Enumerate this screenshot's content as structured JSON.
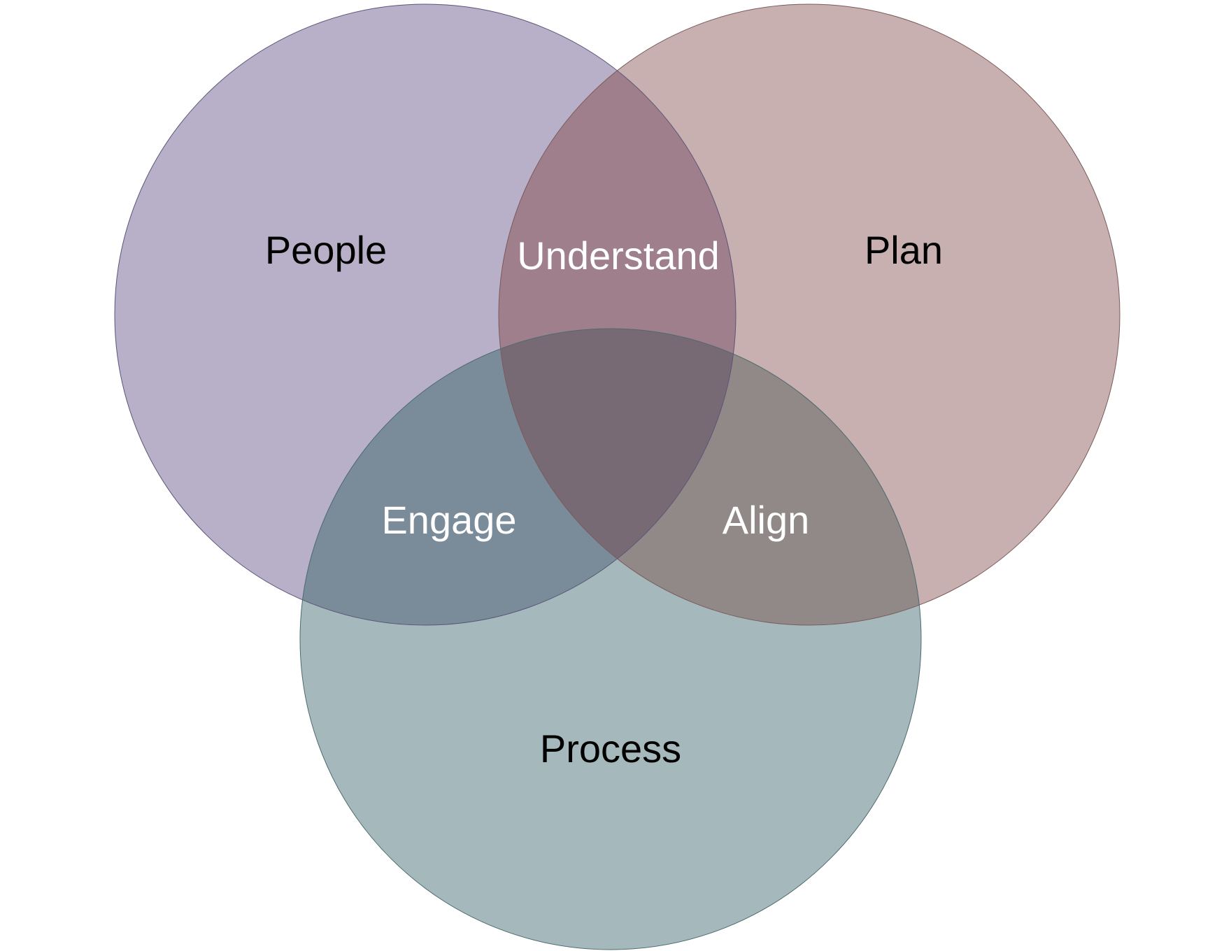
{
  "diagram": {
    "type": "venn",
    "sets": [
      {
        "id": "people",
        "label": "People",
        "fill": "#b7b0c8",
        "stroke": "#5b5578"
      },
      {
        "id": "plan",
        "label": "Plan",
        "fill": "#c8b0b0",
        "stroke": "#7a5a5a"
      },
      {
        "id": "process",
        "label": "Process",
        "fill": "#a5b9bc",
        "stroke": "#4d6a6e"
      }
    ],
    "intersections": [
      {
        "id": "people-plan",
        "sets": [
          "people",
          "plan"
        ],
        "label": "Understand",
        "color": "#ffffff"
      },
      {
        "id": "people-process",
        "sets": [
          "people",
          "process"
        ],
        "label": "Engage",
        "color": "#ffffff"
      },
      {
        "id": "plan-process",
        "sets": [
          "plan",
          "process"
        ],
        "label": "Align",
        "color": "#ffffff"
      }
    ],
    "colors": {
      "people_plan": "#a07f8c",
      "people_process": "#7a8b99",
      "plan_process": "#918888",
      "all_three": "#786a74",
      "set_label": "#000000"
    }
  }
}
